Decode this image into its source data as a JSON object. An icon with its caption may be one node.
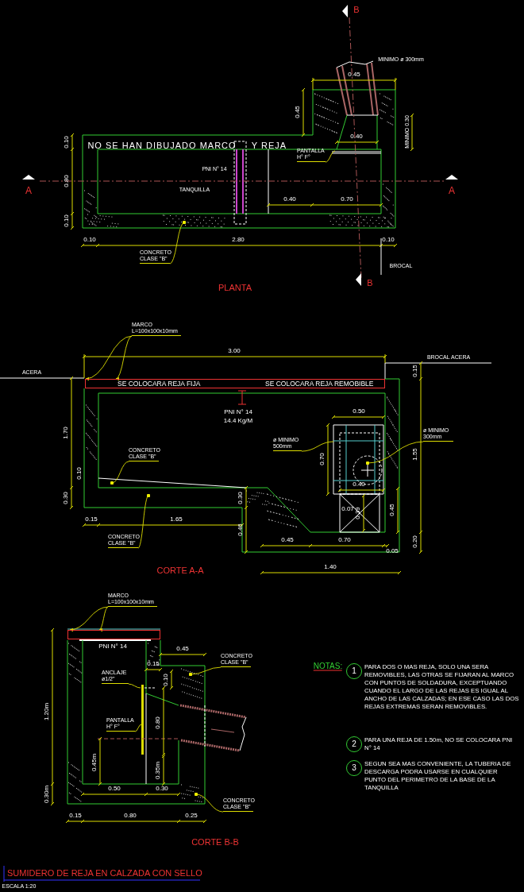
{
  "diagram": {
    "title": "SUMIDERO DE REJA EN CALZADA CON SELLO",
    "nodes": [
      {
        "text": [
          "PANTALLA H° F°"
        ]
      },
      {
        "text": [
          "CONCRETO CLASE \"B\""
        ]
      },
      {
        "text": [
          "MARCO L=100x100x10mm"
        ]
      },
      {
        "text": [
          "CONCRETO CLASE \"B\""
        ]
      },
      {
        "text": [
          "CONCRETO CLASE \"B\""
        ]
      },
      {
        "text": [
          "ø MINIMO 500mm"
        ]
      },
      {
        "text": [
          "ø MINIMO 300mm"
        ]
      },
      {
        "text": [
          "MARCO L=100x100x10mm"
        ]
      },
      {
        "text": [
          "CONCRETO CLASE \"B\""
        ]
      },
      {
        "text": [
          "ANCLAJE ø1/2\""
        ]
      },
      {
        "text": [
          "PANTALLA H° F°"
        ]
      },
      {
        "text": [
          "CONCRETO CLASE \"B\""
        ]
      },
      {
        "text": [
          "1"
        ],
        "beside": [
          "PARA DOS O MAS REJA, SOLO UNA SERA REMOVIBLES, LAS OTRAS SE FIJARAN AL MARCO CON PUNTOS DE SOLDADURA, EXCEPTUANDO CUANDO EL LARGO DE LAS REJAS ES IGUAL AL ANCHO DE LAS CALZADAS; EN ESE CASO LAS DOS REJAS EXTREMAS SERAN REMOVIBLES."
        ]
      },
      {
        "text": [
          "2"
        ],
        "beside": [
          "PARA UNA REJA DE 1.50m, NO SE COLOCARA PNI N° 14"
        ]
      },
      {
        "text": [
          "3"
        ],
        "beside": [
          "SEGUN SEA MAS CONVENIENTE, LA TUBERIA DE DESCARGA PODRA USARSE EN CUALQUIER PUNTO DEL PERIMETRO DE LA BASE DE LA TANQUILLA"
        ]
      },
      {
        "text": [
          "SE COLOCARA REJA FIJA",
          "SE COLOCARA REJA REMOBIBLE"
        ]
      },
      {
        "text": [],
        "shape": "bar"
      }
    ],
    "edges": [
      {
        "from": 0,
        "to": null,
        "arrow": "none"
      },
      {
        "from": 1,
        "to": null,
        "arrow": "other"
      },
      {
        "from": 2,
        "to": 15,
        "arrow": "to"
      },
      {
        "from": 2,
        "to": 15,
        "arrow": "to"
      },
      {
        "from": 3,
        "to": null,
        "arrow": "other"
      },
      {
        "from": 4,
        "to": null,
        "arrow": "other"
      },
      {
        "from": 5,
        "to": null,
        "arrow": "none"
      },
      {
        "from": 6,
        "to": null,
        "arrow": "other"
      },
      {
        "from": 7,
        "to": 16,
        "arrow": "to"
      },
      {
        "from": 7,
        "to": 16,
        "arrow": "to"
      },
      {
        "from": 8,
        "to": null,
        "arrow": "other"
      },
      {
        "from": 9,
        "to": null,
        "arrow": "none"
      },
      {
        "from": 10,
        "to": null,
        "arrow": "none"
      },
      {
        "from": 11,
        "to": null,
        "arrow": "other"
      }
    ],
    "labels": [
      "B",
      "MINIMO ø 300mm",
      "0.45",
      "0.45",
      "MINIMO 0.30",
      "0.10",
      "NO SE HAN DIBUJADO MARCO",
      "Y REJA",
      "0.40",
      "PNI N° 14",
      "A",
      "0.80",
      "TANQUILLA",
      "A",
      "0.40",
      "0.70",
      "0.10",
      "0.10",
      "2.80",
      "0.10",
      "BROCAL",
      "B",
      "PLANTA",
      "3.00",
      "ACERA",
      "BROCAL ACERA",
      "PNI N° 14",
      "14.4 Kg/M",
      "0.50",
      "0.15",
      "1.70",
      "0.70",
      "1.55",
      "0.10",
      "0.40",
      "0.30",
      "0.30",
      "0.07",
      "0.39",
      "0.45",
      "0.15",
      "1.65",
      "0.46",
      "0.45",
      "0.70",
      "0.20",
      "0.05",
      "1.40",
      "CORTE A-A",
      "PNI N° 14",
      "0.45",
      "1.20m",
      "0.15",
      "0.10",
      "0.80",
      "0.45m",
      "0.35m",
      "0.30m",
      "0.50",
      "0.30",
      "0.15",
      "0.80",
      "0.25",
      "CORTE B-B",
      "NOTAS:",
      "ESCALA 1:20"
    ]
  }
}
